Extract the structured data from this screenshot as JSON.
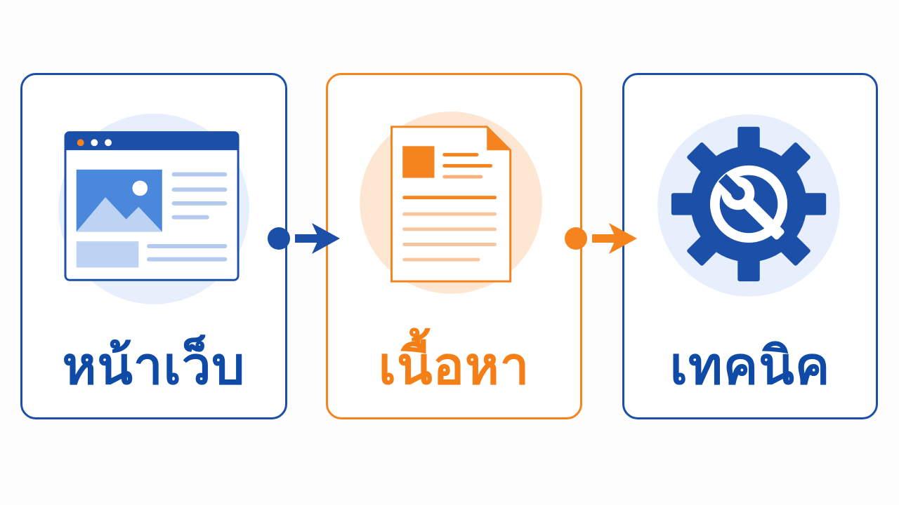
{
  "steps": [
    {
      "label": "หน้าเว็บ",
      "icon": "webpage-browser-icon",
      "color": "#1c4fa8"
    },
    {
      "label": "เนื้อหา",
      "icon": "document-icon",
      "color": "#f5841f"
    },
    {
      "label": "เทคนิค",
      "icon": "gear-wrench-icon",
      "color": "#1c4fa8"
    }
  ],
  "connectors": [
    {
      "icon": "arrow-right-icon",
      "color": "#1c4fa8"
    },
    {
      "icon": "arrow-right-icon",
      "color": "#f5841f"
    }
  ]
}
